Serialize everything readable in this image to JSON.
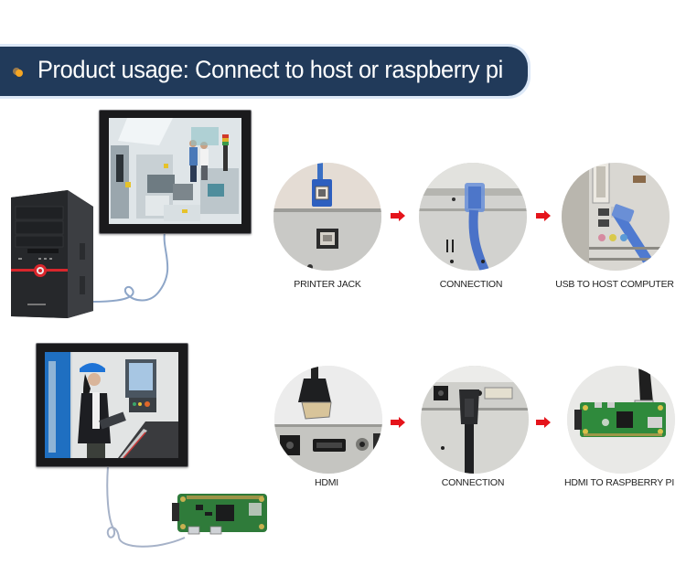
{
  "header": {
    "title": "Product usage: Connect to host or raspberry pi",
    "bullet_icon": "orange-dot-icon",
    "colors": {
      "banner_bg": "#213a5a",
      "banner_outline": "#dce8f7",
      "bullet": "#f5a623",
      "title_text": "#ffffff"
    }
  },
  "scenarios": [
    {
      "name": "host-computer",
      "source_device": "desktop-pc-tower",
      "display_image": "industrial factory scene with two engineers",
      "steps": [
        {
          "label": "PRINTER JACK",
          "image": "usb-b-plug-above-usb-b-port"
        },
        {
          "label": "CONNECTION",
          "image": "usb-b-cable-plugged-into-monitor"
        },
        {
          "label": "USB TO HOST COMPUTER",
          "image": "usb-cable-plugged-into-pc-rear-panel"
        }
      ]
    },
    {
      "name": "raspberry-pi",
      "source_device": "raspberry-pi-zero-board",
      "display_image": "worker in blue hard hat using handheld terminal",
      "steps": [
        {
          "label": "HDMI",
          "image": "hdmi-plug-above-hdmi-port"
        },
        {
          "label": "CONNECTION",
          "image": "hdmi-cable-plugged-into-monitor"
        },
        {
          "label": "HDMI TO RASPBERRY PI",
          "image": "hdmi-cable-plugged-into-raspberry-pi"
        }
      ]
    }
  ],
  "arrow_icon": "right-arrow-icon",
  "arrow_color": "#e5141b"
}
